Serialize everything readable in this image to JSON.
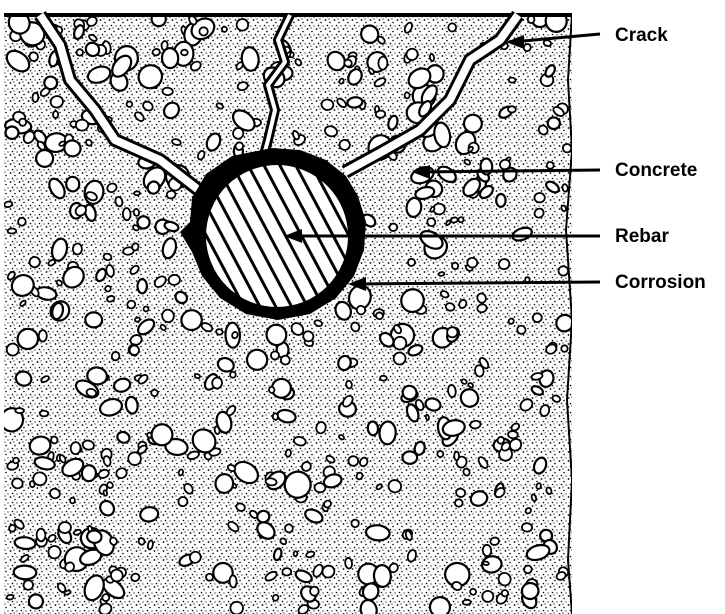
{
  "labels": {
    "crack": "Crack",
    "concrete": "Concrete",
    "rebar": "Rebar",
    "corrosion": "Corrosion"
  },
  "colors": {
    "ink": "#000000",
    "paper": "#ffffff"
  }
}
